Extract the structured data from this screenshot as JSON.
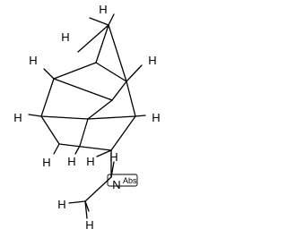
{
  "structure": {
    "hydrogen_symbol": "H",
    "nitrogen_symbol": "N",
    "stereo_flag": "Abs"
  }
}
